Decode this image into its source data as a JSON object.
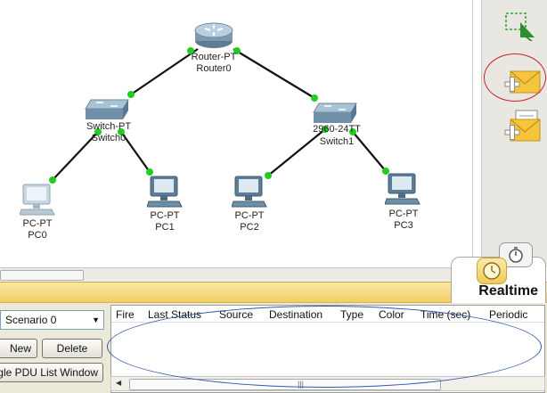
{
  "devices": {
    "router0": {
      "type": "Router-PT",
      "name": "Router0"
    },
    "switch0": {
      "type": "Switch-PT",
      "name": "Switch0"
    },
    "switch1": {
      "type": "2960-24TT",
      "name": "Switch1"
    },
    "pc0": {
      "type": "PC-PT",
      "name": "PC0"
    },
    "pc1": {
      "type": "PC-PT",
      "name": "PC1"
    },
    "pc2": {
      "type": "PC-PT",
      "name": "PC2"
    },
    "pc3": {
      "type": "PC-PT",
      "name": "PC3"
    }
  },
  "colors": {
    "link_up": "#22cc22",
    "cable": "#111111",
    "highlight_circle": "#c8232c",
    "highlight_oval": "#3457a8",
    "envelope": "#f5c53d"
  },
  "palette": {
    "select_tool_icon": "select-icon",
    "simple_pdu_icon": "add-simple-pdu-icon",
    "complex_pdu_icon": "add-complex-pdu-icon"
  },
  "mode": {
    "label": "Realtime",
    "clock_icon": "clock-icon",
    "simulation_icon": "simulation-stopwatch-icon"
  },
  "scenario": {
    "selected": "Scenario 0",
    "new_label": "New",
    "delete_label": "Delete",
    "pdu_window_label": "Toggle PDU List Window"
  },
  "pdu_table": {
    "columns": [
      "Fire",
      "Last Status",
      "Source",
      "Destination",
      "Type",
      "Color",
      "Time (sec)",
      "Periodic"
    ],
    "rows": []
  }
}
